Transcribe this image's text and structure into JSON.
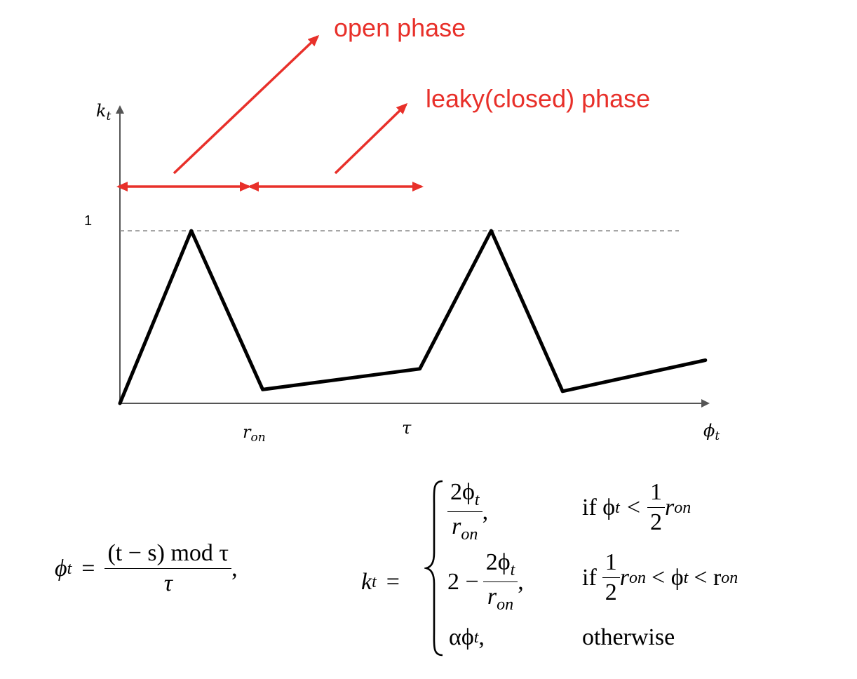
{
  "phase_labels": {
    "open": "open phase",
    "leaky": "leaky(closed) phase"
  },
  "axes": {
    "y_label_base": "k",
    "y_label_sub": "t",
    "x_label_base": "ϕ",
    "x_label_sub": "t",
    "y_tick_one": "1",
    "x_tick_ron_base": "r",
    "x_tick_ron_sub": "on",
    "x_tick_tau": "τ"
  },
  "colors": {
    "annotation": "#e8302a",
    "curve": "#000000",
    "axis": "#555555",
    "reference_line": "#888888"
  },
  "curve_points": [
    {
      "phi": 0,
      "k": 0
    },
    {
      "phi": 0.5,
      "k": 1
    },
    {
      "phi": 1,
      "k": 0.08
    },
    {
      "phi": 2.1,
      "k": 0.2
    },
    {
      "phi": 2.6,
      "k": 1
    },
    {
      "phi": 3.1,
      "k": 0.07
    },
    {
      "phi": 4.1,
      "k": 0.25
    }
  ],
  "equations": {
    "phi_lhs": "ϕ",
    "phi_lhs_sub": "t",
    "phi_eq": "=",
    "phi_num": "(t − s) mod τ",
    "phi_den": "τ",
    "phi_comma": ",",
    "k_lhs": "k",
    "k_lhs_sub": "t",
    "k_eq": "=",
    "case1_num": "2ϕ",
    "case1_num_sub": "t",
    "case1_den": "r",
    "case1_den_sub": "on",
    "case1_comma": ",",
    "case1_cond_if": "if ϕ",
    "case1_cond_sub": "t",
    "case1_cond_lt": "<",
    "case1_cond_num": "1",
    "case1_cond_den": "2",
    "case1_cond_r": "r",
    "case1_cond_r_sub": "on",
    "case2_two_minus": "2 −",
    "case2_num": "2ϕ",
    "case2_num_sub": "t",
    "case2_den": "r",
    "case2_den_sub": "on",
    "case2_comma": ",",
    "case2_cond_if": "if",
    "case2_cond_num": "1",
    "case2_cond_den": "2",
    "case2_cond_r": "r",
    "case2_cond_r_sub": "on",
    "case2_cond_mid": "< ϕ",
    "case2_cond_mid_sub": "t",
    "case2_cond_lt": "< r",
    "case2_cond_end_sub": "on",
    "case3_expr": "αϕ",
    "case3_expr_sub": "t",
    "case3_comma": ",",
    "case3_cond": "otherwise"
  }
}
